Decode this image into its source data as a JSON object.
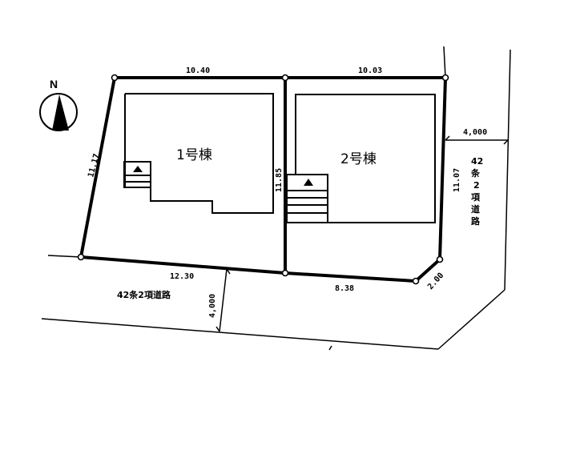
{
  "compass": {
    "label": "N"
  },
  "buildings": [
    {
      "id": "building-1",
      "label": "1号棟"
    },
    {
      "id": "building-2",
      "label": "2号棟"
    }
  ],
  "dimensions": {
    "lot1_top": "10.40",
    "lot2_top": "10.03",
    "lot1_left": "11.17",
    "shared_boundary": "11.85",
    "lot2_right": "11.07",
    "lot1_bottom": "12.30",
    "lot2_bottom": "8.38",
    "corner_cut": "2.00",
    "east_road_width": "4,000",
    "south_road_width": "4,000"
  },
  "roads": {
    "east": {
      "label_lines": [
        "42",
        "条",
        "2",
        "項",
        "道",
        "路"
      ]
    },
    "south": {
      "label": "42条2項道路"
    }
  },
  "colors": {
    "line": "#000000",
    "background": "#ffffff"
  }
}
